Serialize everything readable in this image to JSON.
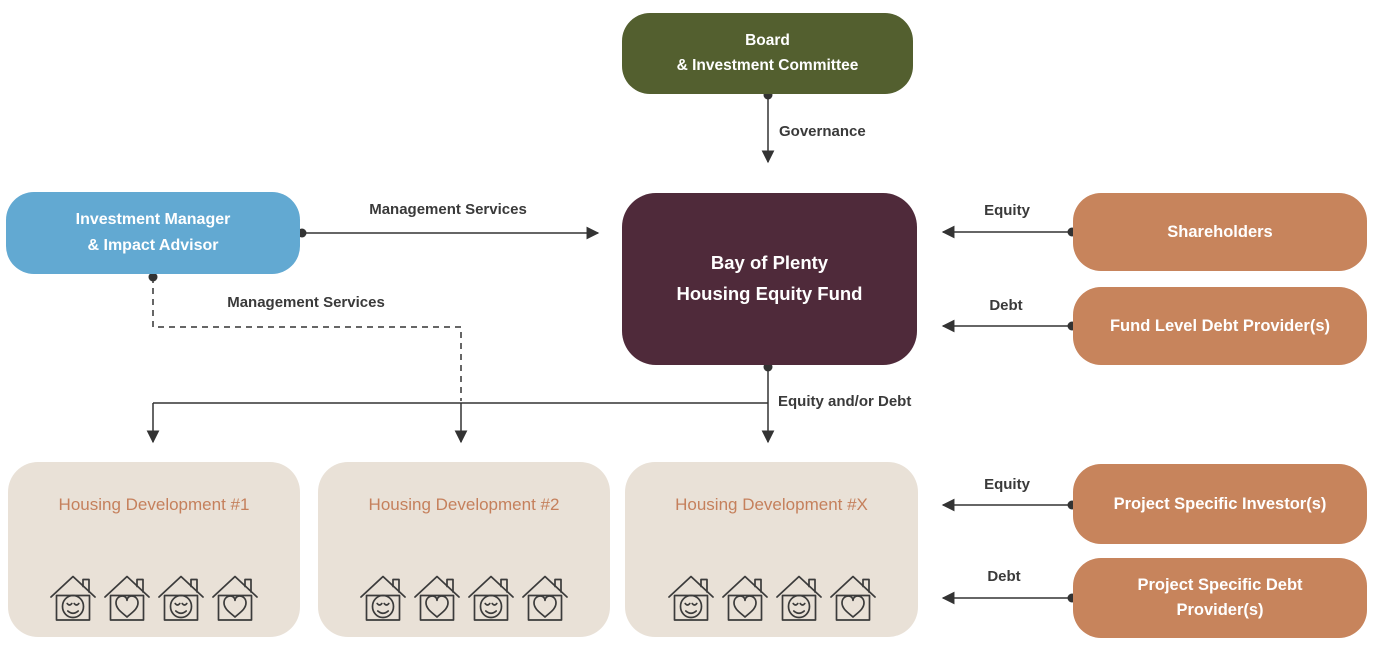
{
  "diagram": {
    "nodes": {
      "board": {
        "label": "Board\n& Investment Committee"
      },
      "investment_manager": {
        "label": "Investment Manager\n& Impact Advisor"
      },
      "fund": {
        "label": "Bay of Plenty\nHousing Equity Fund"
      },
      "shareholders": {
        "label": "Shareholders"
      },
      "fund_level_debt_provider": {
        "label": "Fund Level Debt Provider(s)"
      },
      "project_specific_investor": {
        "label": "Project Specific Investor(s)"
      },
      "project_specific_debt_provider": {
        "label": "Project Specific Debt\nProvider(s)"
      },
      "developments": [
        {
          "label": "Housing Development #1",
          "house_icons": [
            "smiley",
            "heart",
            "smiley",
            "heart"
          ]
        },
        {
          "label": "Housing Development #2",
          "house_icons": [
            "smiley",
            "heart",
            "smiley",
            "heart"
          ]
        },
        {
          "label": "Housing Development #X",
          "house_icons": [
            "smiley",
            "heart",
            "smiley",
            "heart"
          ]
        }
      ]
    },
    "edge_labels": {
      "governance": "Governance",
      "management_services_top": "Management Services",
      "management_services_bottom": "Management Services",
      "equity_top": "Equity",
      "debt_top": "Debt",
      "equity_and_or_debt": "Equity and/or Debt",
      "equity_bottom": "Equity",
      "debt_bottom": "Debt"
    },
    "colors": {
      "background": "#ffffff",
      "board_green": "#535f2f",
      "fund_plum": "#4f2a3a",
      "manager_blue": "#62a9d2",
      "provider_orange": "#c7845c",
      "development_beige": "#e9e1d7",
      "development_title": "#c5805c",
      "house_outline": "#3b3b3b",
      "connector": "#333333",
      "label_text": "#3a3a3a",
      "box_text": "#ffffff"
    }
  }
}
